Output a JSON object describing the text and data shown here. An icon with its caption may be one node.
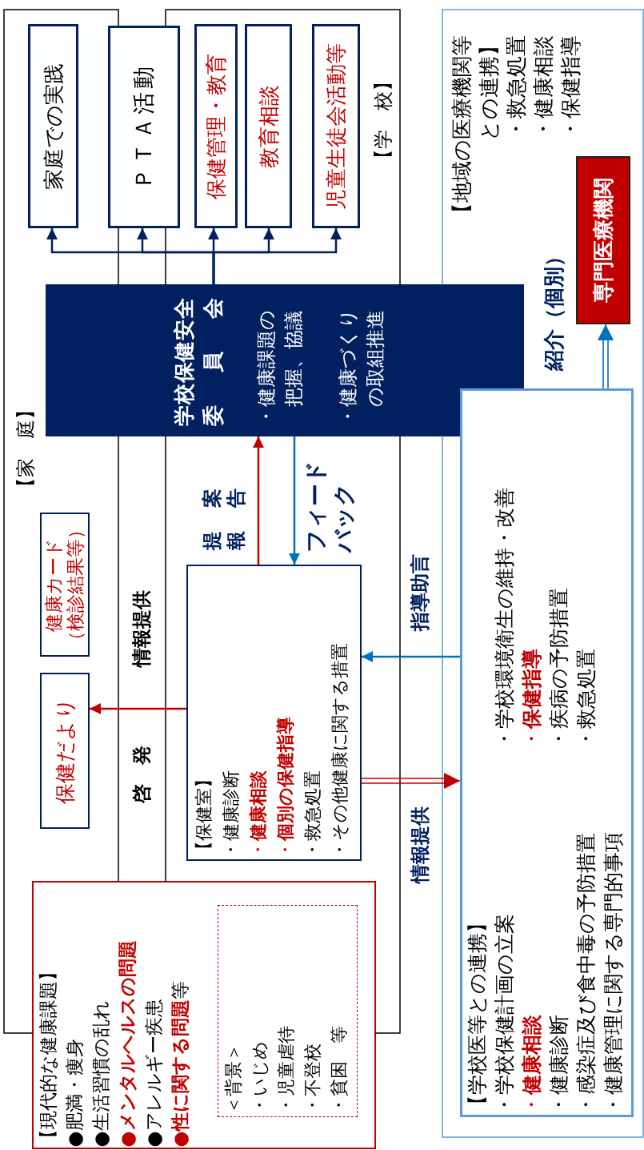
{
  "diagram": {
    "nodes": [
      {
        "text": [
          "【家　庭】"
        ]
      },
      {
        "text": [
          "【学　校】"
        ]
      },
      {
        "text": [
          "家庭での実践"
        ],
        "in": 0
      },
      {
        "text": [
          "ＰＴＡ活動"
        ]
      },
      {
        "text": [
          "保健管理・教育"
        ],
        "in": 1
      },
      {
        "text": [
          "教育相談"
        ],
        "in": 1
      },
      {
        "text": [
          "児童生徒会活動等"
        ],
        "in": 1
      },
      {
        "text": [
          "学校保健安全委員会",
          "・健康課題の把握、協議",
          "・健康づくりの取組推進"
        ]
      },
      {
        "text": [
          "健康カード（検診結果等）"
        ],
        "in": 0
      },
      {
        "text": [
          "保健だより"
        ],
        "in": 0
      },
      {
        "text": [
          "【保健室】",
          "・健康診断",
          "・**健康相談**",
          "・**個別の保健指導**",
          "・救急処置",
          "・その他健康に関する措置"
        ],
        "in": 1
      },
      {
        "text": [
          "【現代的な健康課題】",
          "●肥満・痩身",
          "●生活習慣の乱れ",
          "●**メンタルヘルスの問題**",
          "●アレルギー疾患",
          "●**性に関する問題**等"
        ]
      },
      {
        "text": [
          "＜背景＞",
          "・いじめ",
          "・児童虐待",
          "・不登校",
          "・貧困　等"
        ],
        "in": 11
      },
      {
        "text": [
          "【地域の医療機関等との連携】",
          "・救急処置",
          "・健康相談",
          "・保健指導"
        ]
      },
      {
        "text": [
          "【学校医等との連携】",
          "・学校保健計画の立案",
          "・**健康相談**",
          "・健康診断",
          "・感染症及び食中毒の予防措置",
          "・健康管理に関する専門的事項",
          "・学校環境衛生の維持・改善",
          "・**保健指導**",
          "・疾病の予防措置",
          "・救急処置"
        ],
        "in": 13
      },
      {
        "text": [
          "専門医療機関"
        ],
        "in": 13
      }
    ],
    "edges": [
      {
        "from": 7,
        "to": 2,
        "arrow": "to"
      },
      {
        "from": 7,
        "to": 3,
        "arrow": "to"
      },
      {
        "from": 7,
        "to": 4,
        "arrow": "to"
      },
      {
        "from": 7,
        "to": 5,
        "arrow": "to"
      },
      {
        "from": 7,
        "to": 6,
        "arrow": "to"
      },
      {
        "from": 10,
        "to": 7,
        "arrow": "to",
        "label": "提案報告",
        "color": "#c00000"
      },
      {
        "from": 7,
        "to": 10,
        "arrow": "to",
        "label": "フィードバック",
        "color": "#0070c0"
      },
      {
        "from": 10,
        "to": 9,
        "arrow": "to",
        "color": "#c00000"
      },
      {
        "from": 14,
        "to": 10,
        "arrow": "to",
        "label": "指導助言",
        "color": "#0070c0"
      },
      {
        "from": 10,
        "to": 14,
        "arrow": "to",
        "label": "情報提供",
        "color": "#c00000"
      },
      {
        "from": 14,
        "to": 15,
        "arrow": "to",
        "label": "紹介（個別）",
        "color": "#0070c0"
      }
    ],
    "labels": [
      "情報提供",
      "啓発"
    ]
  }
}
